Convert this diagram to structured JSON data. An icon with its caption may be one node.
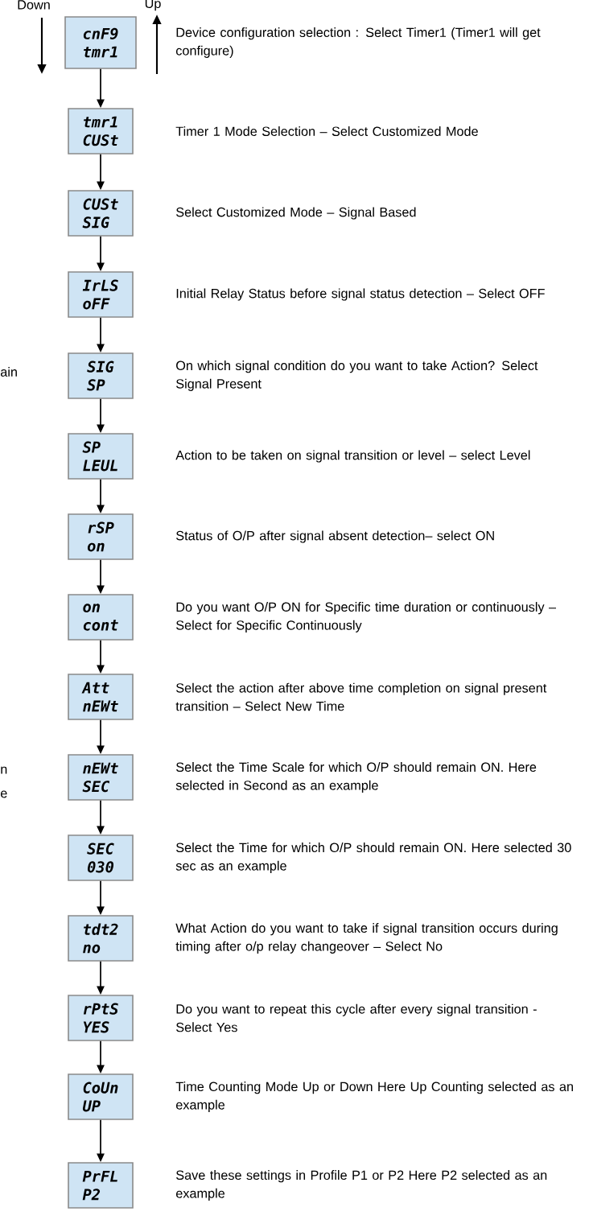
{
  "diagram": {
    "nodes": [
      {
        "text": [
          "cnF9",
          "tmr1"
        ],
        "beside": [
          "Device configuration selection : Select Timer1 (Timer1 will get configure)"
        ]
      },
      {
        "text": [
          "tmr1",
          "CUSt"
        ],
        "beside": [
          "Timer 1 Mode Selection – Select Customized Mode"
        ]
      },
      {
        "text": [
          "CUSt",
          "SIG"
        ],
        "beside": [
          "Select Customized Mode – Signal Based"
        ]
      },
      {
        "text": [
          "IrLS",
          "oFF"
        ],
        "beside": [
          "Initial Relay Status before signal status detection – Select OFF"
        ]
      },
      {
        "text": [
          "SIG",
          "SP"
        ],
        "beside": [
          "On which signal condition do you want to take Action? Select Signal Present"
        ]
      },
      {
        "text": [
          "SP",
          "LEUL"
        ],
        "beside": [
          "Action to be taken on signal transition or level – select Level"
        ]
      },
      {
        "text": [
          "rSP",
          "on"
        ],
        "beside": [
          "Status of O/P after signal absent detection– select ON"
        ]
      },
      {
        "text": [
          "on",
          "cont"
        ],
        "beside": [
          "Do you want O/P ON for Specific time duration or continuously – Select for Specific Continuously"
        ]
      },
      {
        "text": [
          "Att",
          "nEWt"
        ],
        "beside": [
          "Select the action after above time completion on signal present transition – Select New Time"
        ]
      },
      {
        "text": [
          "nEWt",
          "SEC"
        ],
        "beside": [
          "Select the Time Scale for which O/P should remain ON. Here selected in Second as an example"
        ]
      },
      {
        "text": [
          "SEC",
          "030"
        ],
        "beside": [
          "Select the Time for which O/P should remain ON. Here selected  30 sec as an example"
        ]
      },
      {
        "text": [
          "tdt2",
          "no"
        ],
        "beside": [
          "What Action do you want to take if signal transition occurs during timing after o/p relay changeover – Select No"
        ]
      },
      {
        "text": [
          "rPtS",
          "YES"
        ],
        "beside": [
          "Do you want to repeat this cycle after every signal transition - Select Yes"
        ]
      },
      {
        "text": [
          "CoUn",
          "UP"
        ],
        "beside": [
          "Time Counting Mode Up or Down Here Up Counting selected as an example"
        ]
      },
      {
        "text": [
          "PrFL",
          "P2"
        ],
        "beside": [
          "Save these settings in Profile P1 or P2 Here P2 selected as an example"
        ]
      }
    ],
    "edges": [
      {
        "from": 0,
        "to": 1,
        "arrow": "to"
      },
      {
        "from": 1,
        "to": 2,
        "arrow": "to"
      },
      {
        "from": 2,
        "to": 3,
        "arrow": "to"
      },
      {
        "from": 3,
        "to": 4,
        "arrow": "to"
      },
      {
        "from": 4,
        "to": 5,
        "arrow": "to"
      },
      {
        "from": 5,
        "to": 6,
        "arrow": "to"
      },
      {
        "from": 6,
        "to": 7,
        "arrow": "to"
      },
      {
        "from": 7,
        "to": 8,
        "arrow": "to"
      },
      {
        "from": 8,
        "to": 9,
        "arrow": "to"
      },
      {
        "from": 9,
        "to": 10,
        "arrow": "to"
      },
      {
        "from": 10,
        "to": 11,
        "arrow": "to"
      },
      {
        "from": 11,
        "to": 12,
        "arrow": "to"
      },
      {
        "from": 12,
        "to": 13,
        "arrow": "to"
      },
      {
        "from": 13,
        "to": 14,
        "arrow": "to"
      }
    ],
    "labels": [
      "Down",
      "Up",
      "ain",
      "n",
      "e"
    ]
  }
}
